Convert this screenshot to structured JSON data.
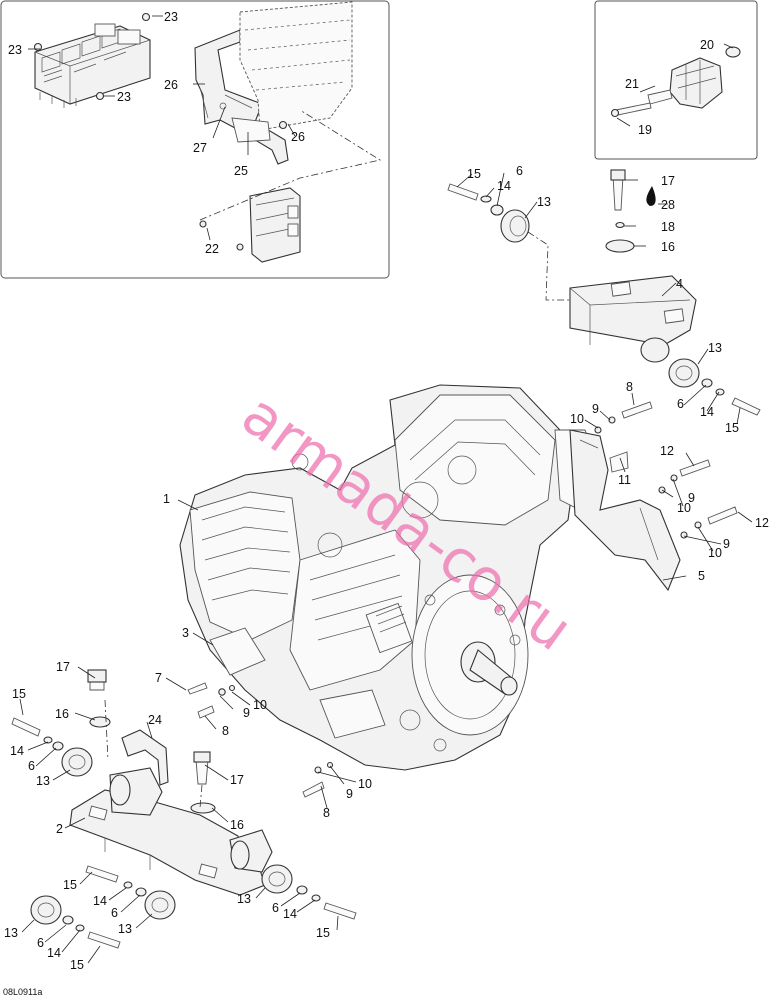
{
  "diagram": {
    "reference_code": "08L0911a",
    "watermark": "armada-co.ru",
    "callouts": [
      {
        "id": "c23a",
        "text": "23"
      },
      {
        "id": "c23b",
        "text": "23"
      },
      {
        "id": "c23c",
        "text": "23"
      },
      {
        "id": "c26a",
        "text": "26"
      },
      {
        "id": "c26b",
        "text": "26"
      },
      {
        "id": "c27",
        "text": "27"
      },
      {
        "id": "c25",
        "text": "25"
      },
      {
        "id": "c22",
        "text": "22"
      },
      {
        "id": "c20",
        "text": "20"
      },
      {
        "id": "c21",
        "text": "21"
      },
      {
        "id": "c19",
        "text": "19"
      },
      {
        "id": "c15a",
        "text": "15"
      },
      {
        "id": "c14a",
        "text": "14"
      },
      {
        "id": "c6a",
        "text": "6"
      },
      {
        "id": "c13a",
        "text": "13"
      },
      {
        "id": "c17a",
        "text": "17"
      },
      {
        "id": "c28",
        "text": "28"
      },
      {
        "id": "c18",
        "text": "18"
      },
      {
        "id": "c16a",
        "text": "16"
      },
      {
        "id": "c4",
        "text": "4"
      },
      {
        "id": "c13b",
        "text": "13"
      },
      {
        "id": "c8a",
        "text": "8"
      },
      {
        "id": "c9a",
        "text": "9"
      },
      {
        "id": "c10a",
        "text": "10"
      },
      {
        "id": "c6b",
        "text": "6"
      },
      {
        "id": "c14b",
        "text": "14"
      },
      {
        "id": "c15b",
        "text": "15"
      },
      {
        "id": "c11",
        "text": "11"
      },
      {
        "id": "c12a",
        "text": "12"
      },
      {
        "id": "c10b",
        "text": "10"
      },
      {
        "id": "c9b",
        "text": "9"
      },
      {
        "id": "c12b",
        "text": "12"
      },
      {
        "id": "c10c",
        "text": "10"
      },
      {
        "id": "c9c",
        "text": "9"
      },
      {
        "id": "c5",
        "text": "5"
      },
      {
        "id": "c1",
        "text": "1"
      },
      {
        "id": "c3",
        "text": "3"
      },
      {
        "id": "c7",
        "text": "7"
      },
      {
        "id": "c9d",
        "text": "9"
      },
      {
        "id": "c10d",
        "text": "10"
      },
      {
        "id": "c8b",
        "text": "8"
      },
      {
        "id": "c17b",
        "text": "17"
      },
      {
        "id": "c15c",
        "text": "15"
      },
      {
        "id": "c16b",
        "text": "16"
      },
      {
        "id": "c24",
        "text": "24"
      },
      {
        "id": "c14c",
        "text": "14"
      },
      {
        "id": "c6c",
        "text": "6"
      },
      {
        "id": "c13c",
        "text": "13"
      },
      {
        "id": "c17c",
        "text": "17"
      },
      {
        "id": "c10e",
        "text": "10"
      },
      {
        "id": "c9e",
        "text": "9"
      },
      {
        "id": "c8c",
        "text": "8"
      },
      {
        "id": "c2",
        "text": "2"
      },
      {
        "id": "c16c",
        "text": "16"
      },
      {
        "id": "c15d",
        "text": "15"
      },
      {
        "id": "c14d",
        "text": "14"
      },
      {
        "id": "c6d",
        "text": "6"
      },
      {
        "id": "c13d",
        "text": "13"
      },
      {
        "id": "c13e",
        "text": "13"
      },
      {
        "id": "c6e",
        "text": "6"
      },
      {
        "id": "c14e",
        "text": "14"
      },
      {
        "id": "c15e",
        "text": "15"
      },
      {
        "id": "c13f",
        "text": "13"
      },
      {
        "id": "c6f",
        "text": "6"
      },
      {
        "id": "c14f",
        "text": "14"
      },
      {
        "id": "c15f",
        "text": "15"
      }
    ]
  }
}
